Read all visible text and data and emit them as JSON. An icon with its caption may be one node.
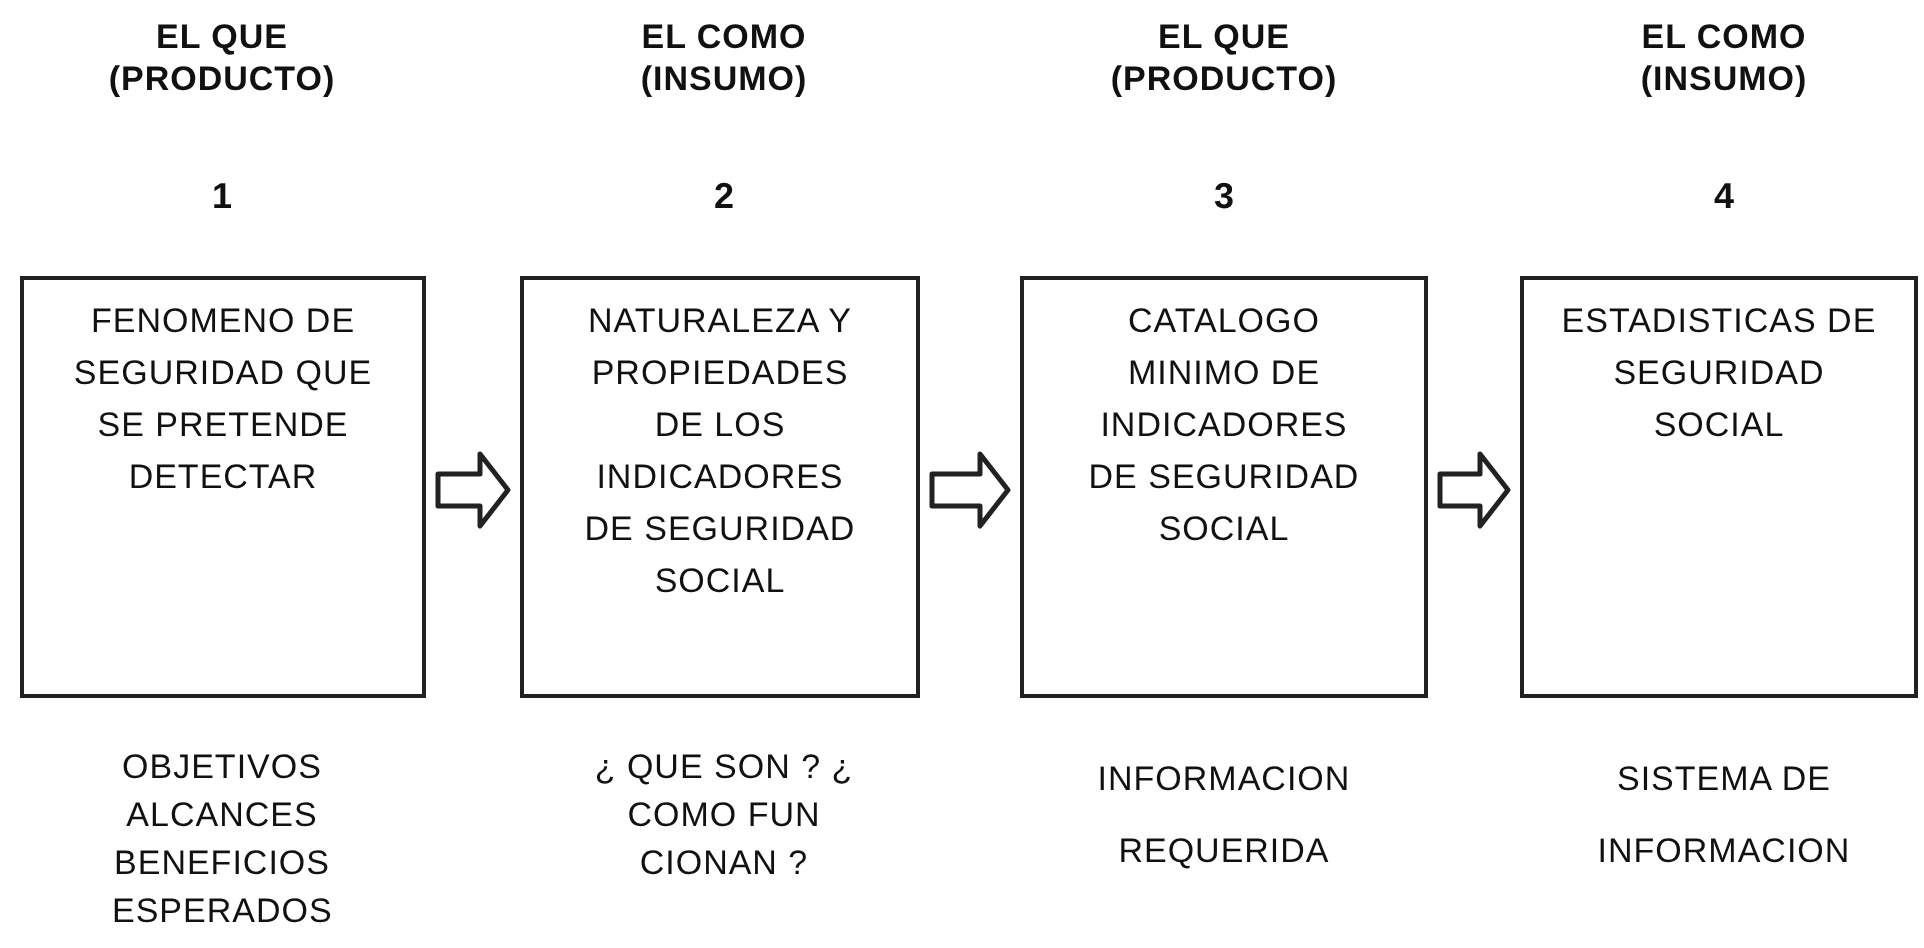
{
  "diagram": {
    "nodes": [
      {
        "text": [
          "FENOMENO DE SEGURIDAD QUE SE PRETENDE DETECTAR"
        ],
        "beside": [
          "EL QUE (PRODUCTO)",
          "1",
          "OBJETIVOS ALCANCES BENEFICIOS ESPERADOS"
        ]
      },
      {
        "text": [
          "NATURALEZA Y PROPIEDADES DE LOS INDICADORES DE SEGURIDAD SOCIAL"
        ],
        "beside": [
          "EL COMO (INSUMO)",
          "2",
          "¿ QUE SON ? ¿ COMO FUN CIONAN ?"
        ]
      },
      {
        "text": [
          "CATALOGO MINIMO DE INDICADORES DE SEGURIDAD SOCIAL"
        ],
        "beside": [
          "EL QUE (PRODUCTO)",
          "3",
          "INFORMACION REQUERIDA"
        ]
      },
      {
        "text": [
          "ESTADISTICAS DE SEGURIDAD SOCIAL"
        ],
        "beside": [
          "EL COMO (INSUMO)",
          "4",
          "SISTEMA DE INFORMACION"
        ]
      }
    ],
    "edges": [
      {
        "from": 0,
        "to": 1,
        "arrow": "to"
      },
      {
        "from": 1,
        "to": 2,
        "arrow": "to"
      },
      {
        "from": 2,
        "to": 3,
        "arrow": "to"
      }
    ]
  }
}
